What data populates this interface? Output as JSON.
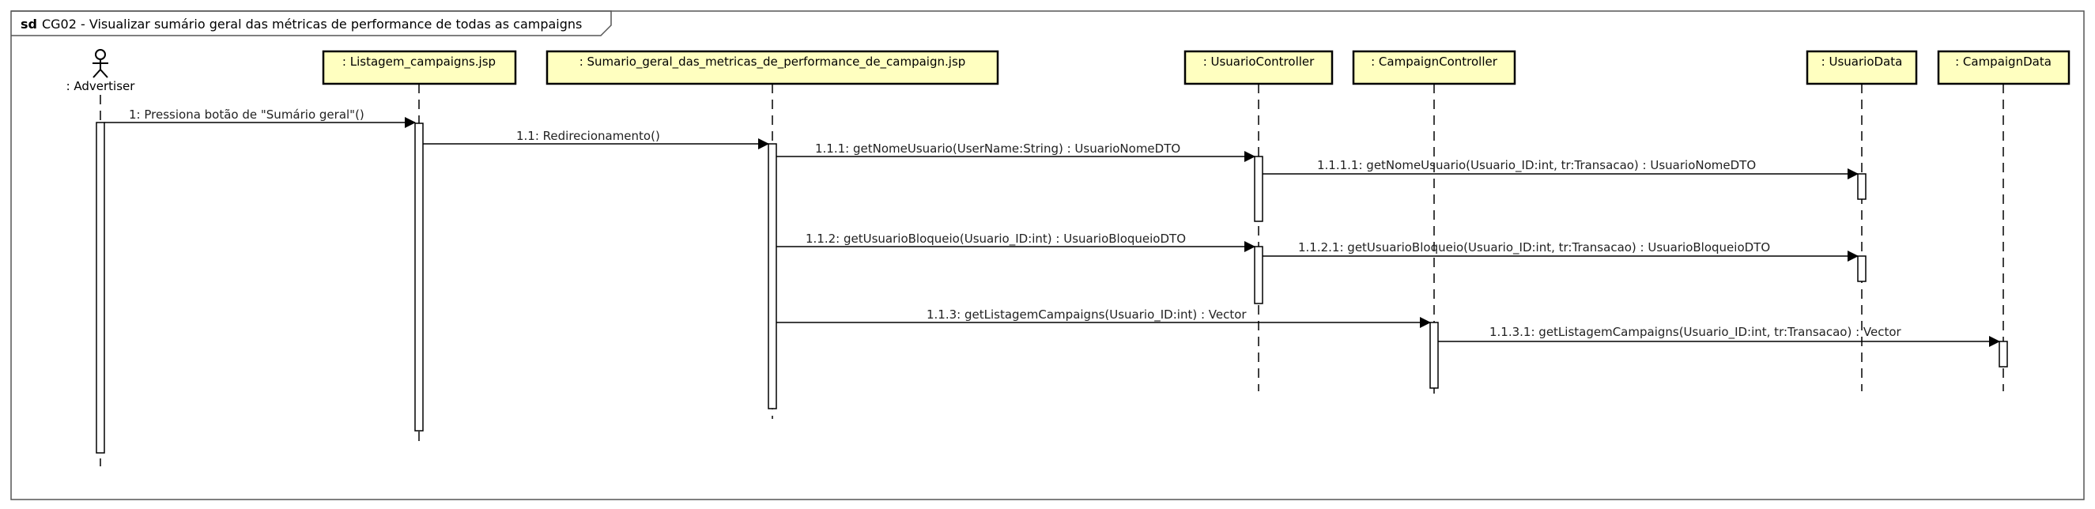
{
  "frame": {
    "keyword": "sd",
    "title": "CG02 - Visualizar sumário geral das métricas de performance de todas as campaigns"
  },
  "actor": {
    "label": ": Advertiser"
  },
  "lifelines": [
    {
      "id": "listagem",
      "label": ": Listagem_campaigns.jsp"
    },
    {
      "id": "sumario",
      "label": ": Sumario_geral_das_metricas_de_performance_de_campaign.jsp"
    },
    {
      "id": "usuarioController",
      "label": ": UsuarioController"
    },
    {
      "id": "campaignController",
      "label": ": CampaignController"
    },
    {
      "id": "usuarioData",
      "label": ": UsuarioData"
    },
    {
      "id": "campaignData",
      "label": ": CampaignData"
    }
  ],
  "messages": [
    {
      "id": "m1",
      "label": "1: Pressiona botão de \"Sumário geral\"()"
    },
    {
      "id": "m2",
      "label": "1.1: Redirecionamento()"
    },
    {
      "id": "m3",
      "label": "1.1.1: getNomeUsuario(UserName:String) : UsuarioNomeDTO"
    },
    {
      "id": "m4",
      "label": "1.1.1.1: getNomeUsuario(Usuario_ID:int, tr:Transacao) : UsuarioNomeDTO"
    },
    {
      "id": "m5",
      "label": "1.1.2: getUsuarioBloqueio(Usuario_ID:int) : UsuarioBloqueioDTO"
    },
    {
      "id": "m6",
      "label": "1.1.2.1: getUsuarioBloqueio(Usuario_ID:int, tr:Transacao) : UsuarioBloqueioDTO"
    },
    {
      "id": "m7",
      "label": "1.1.3: getListagemCampaigns(Usuario_ID:int) : Vector"
    },
    {
      "id": "m8",
      "label": "1.1.3.1: getListagemCampaigns(Usuario_ID:int, tr:Transacao) : Vector"
    }
  ],
  "colors": {
    "box_fill": "#ffffc0",
    "line": "#000000",
    "frame_border": "#555555"
  }
}
